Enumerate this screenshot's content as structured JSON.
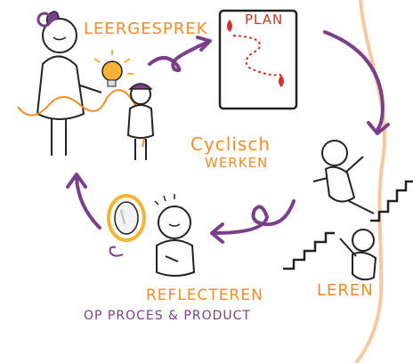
{
  "labels": {
    "leergesprek": "Leergesprek",
    "plan": "Plan",
    "cyclisch": "Cyclisch",
    "werken": "werken",
    "leren": "Leren",
    "reflecteren": "Reflecteren",
    "op_proces": "op proces & product"
  },
  "colors": {
    "orange": "#F28C28",
    "purple": "#7B3F8A",
    "red": "#D62E2E",
    "skin": "#F5C9A0",
    "ink": "#222222"
  }
}
